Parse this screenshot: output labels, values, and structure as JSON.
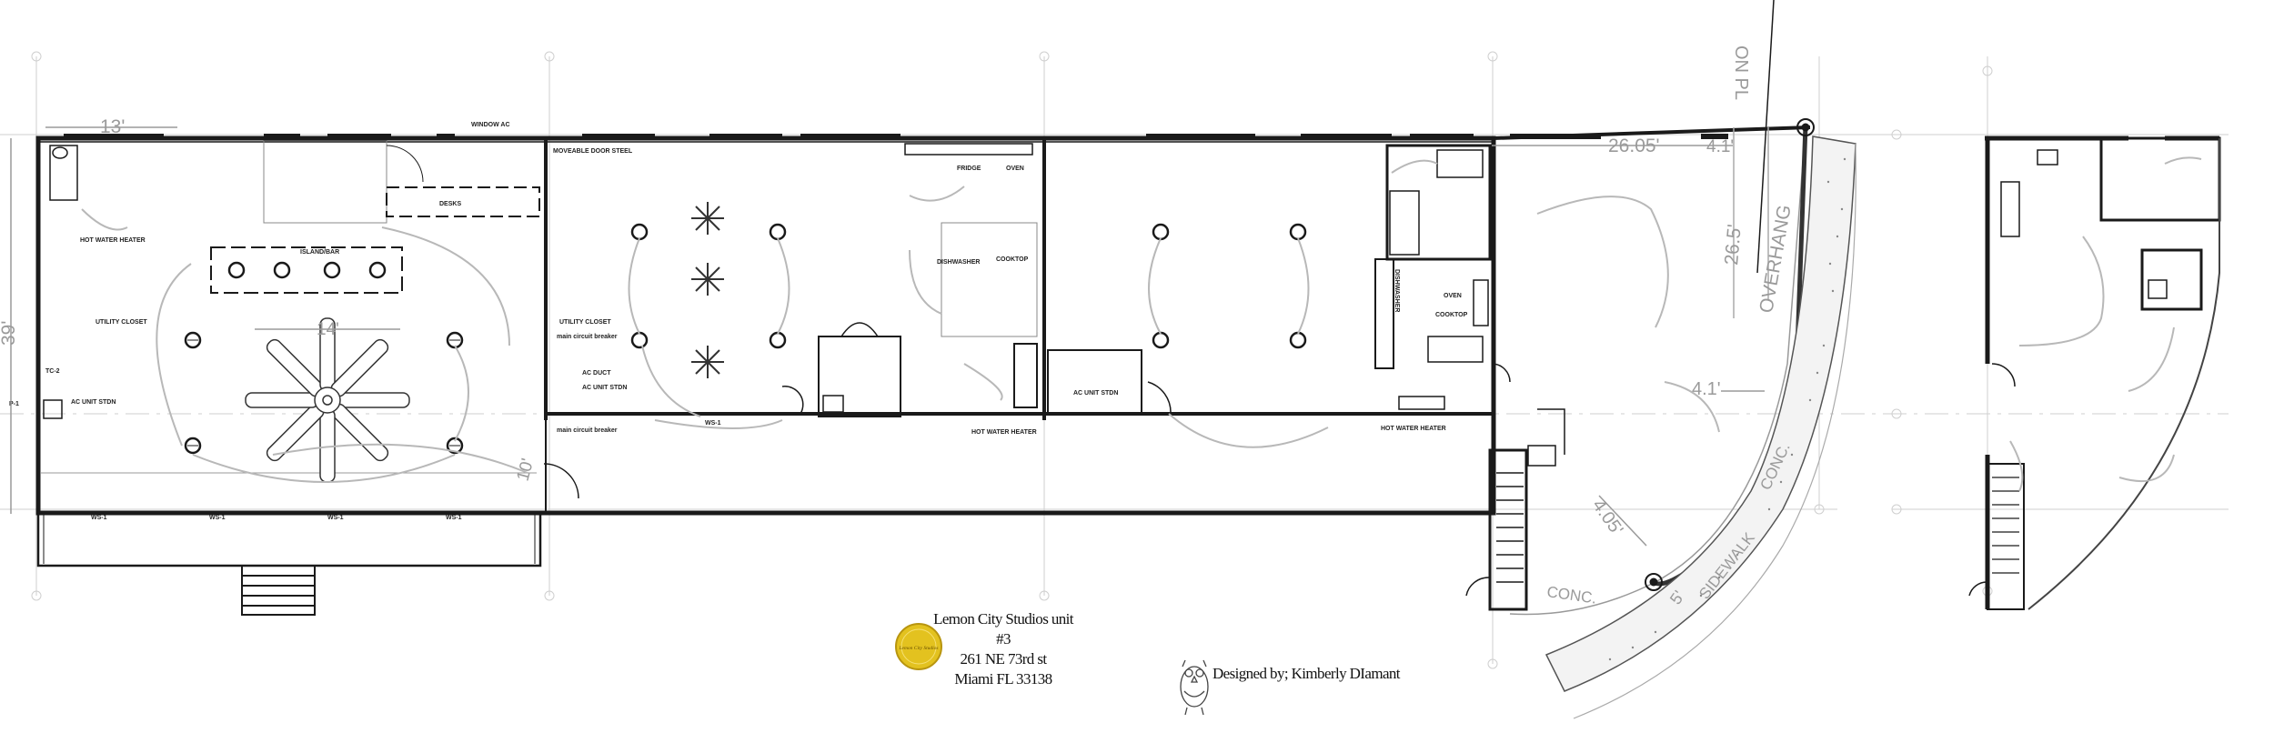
{
  "title_block": {
    "project": "Lemon City Studios unit #3",
    "address_line": "261 NE 73rd st",
    "city_line": "Miami FL 33138",
    "logo_text": "Lemon City Studios",
    "logo_color": "#e3c21f"
  },
  "credit": "Designed by; Kimberly DIamant",
  "dimensions": {
    "top_left": "13'",
    "left_height": "39'",
    "fan_width": "14'",
    "porch": "10'",
    "top_right": "26.05'",
    "top_right_small": "4.1'",
    "overhang_len": "26.5'",
    "mid_right": "4.1'",
    "curve": "4.05'",
    "sidewalk_width": "5'"
  },
  "street_labels": {
    "street": "ON PL",
    "overhang": "OVERHANG",
    "sidewalk": "SIDEWALK",
    "conc_1": "CONC.",
    "conc_2": "CONC."
  },
  "room_labels": {
    "hot_water_1": "HOT WATER HEATER",
    "utility_1": "UTILITY CLOSET",
    "ac_1": "AC UNIT STDN",
    "island": "ISLAND/BAR",
    "desks": "DESKS",
    "window_ac": "WINDOW AC",
    "door_steel": "MOVEABLE DOOR STEEL",
    "utility_2": "UTILITY CLOSET",
    "breaker_1": "main circuit breaker",
    "ac_duct": "AC DUCT",
    "ac_2": "AC UNIT STDN",
    "breaker_2": "main circuit breaker",
    "fridge": "FRIDGE",
    "oven": "OVEN",
    "dishwasher_1": "DISHWASHER",
    "cooktop_1": "COOKTOP",
    "hot_water_2": "HOT WATER HEATER",
    "ac_3": "AC UNIT STDN",
    "dishwasher_2": "DISHWASHER",
    "oven_2": "OVEN",
    "cooktop_2": "COOKTOP",
    "hot_water_3": "HOT WATER HEATER",
    "p1": "P-1",
    "tc2": "TC-2",
    "ws1": "WS-1"
  },
  "colors": {
    "wall": "#1a1a1a",
    "dimension": "#9a9a9a",
    "wiring": "#b8b8b8"
  }
}
